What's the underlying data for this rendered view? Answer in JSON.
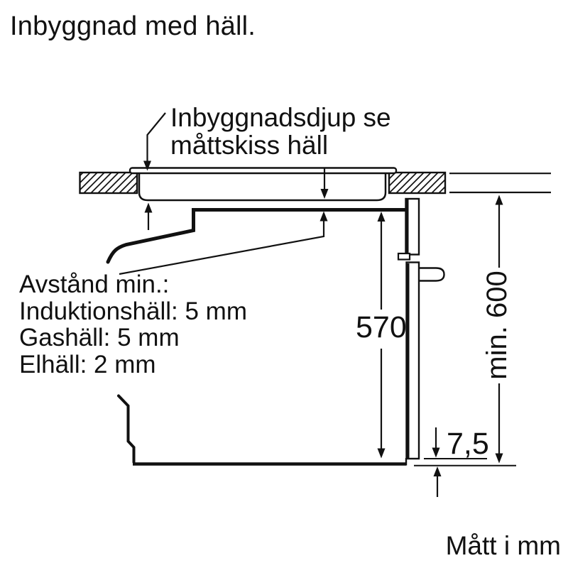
{
  "title": "Inbyggnad med häll.",
  "diagram": {
    "hob_label": {
      "line1": "Inbyggnadsdjup se",
      "line2": "måttskiss häll"
    },
    "clearance_note": {
      "line1": "Avstånd min.:",
      "line2": "Induktionshäll: 5 mm",
      "line3": "Gashäll: 5 mm",
      "line4": "Elhäll: 2 mm"
    },
    "dimensions": {
      "oven_height_mm": "570",
      "door_bottom_offset_mm": "7,5",
      "niche_height_mm": "min. 600"
    },
    "units_note": "Mått i mm",
    "colors": {
      "line": "#111111",
      "background": "#ffffff"
    }
  }
}
